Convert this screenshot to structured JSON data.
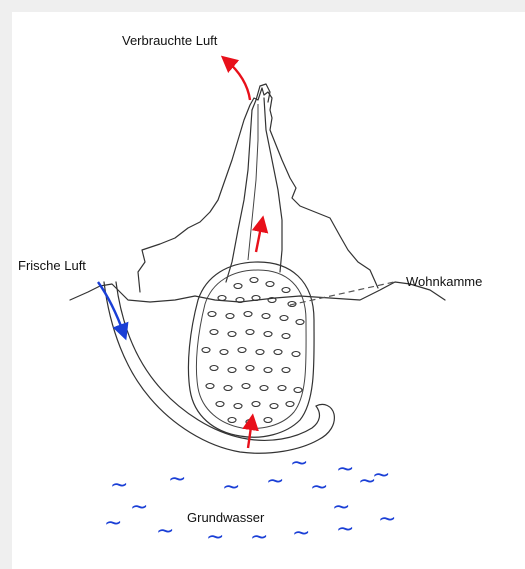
{
  "labels": {
    "exhaust_air": "Verbrauchte Luft",
    "fresh_air": "Frische Luft",
    "chamber": "Wohnkamme",
    "groundwater": "Grundwasser"
  },
  "colors": {
    "exhaust_arrow": "#e8101a",
    "fresh_arrow": "#1a3fd6",
    "water": "#1a3fd6",
    "outline": "#333333",
    "background": "#efefef",
    "panel": "#ffffff"
  },
  "icons": {
    "water_wave": "~"
  }
}
